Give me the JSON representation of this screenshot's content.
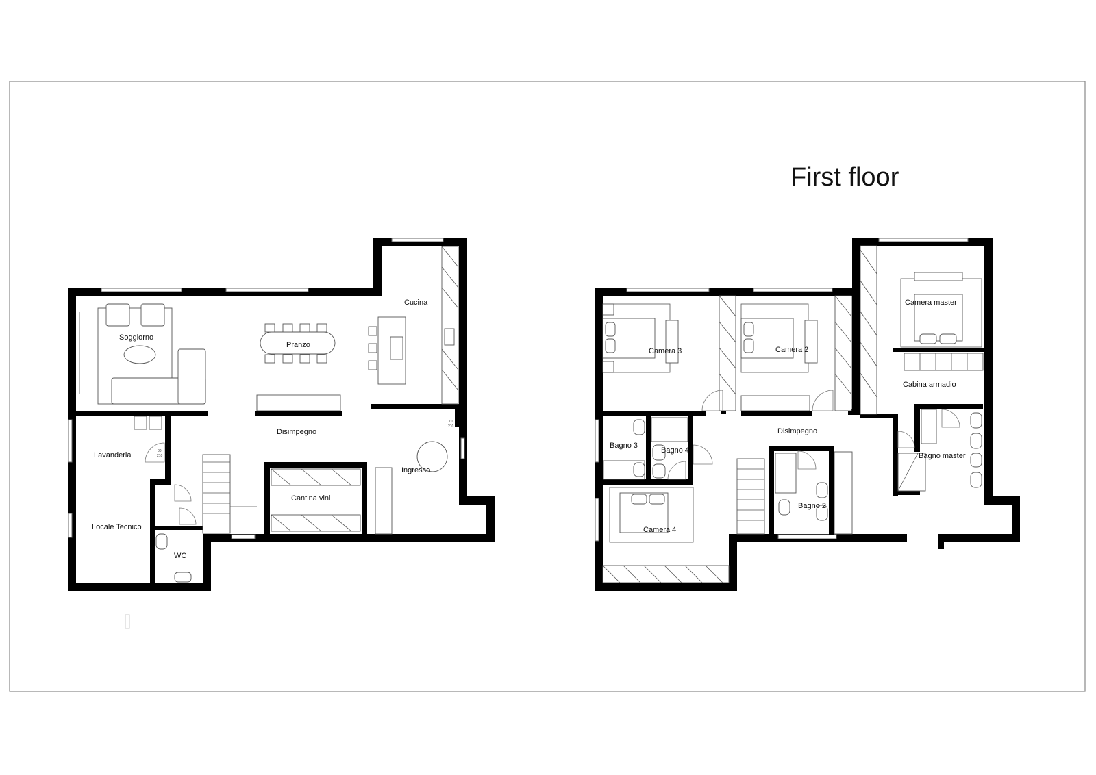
{
  "sheet_title": "First floor",
  "ground_floor": {
    "rooms": {
      "soggiorno": "Soggiorno",
      "pranzo": "Pranzo",
      "cucina": "Cucina",
      "disimpegno": "Disimpegno",
      "lavanderia": "Lavanderia",
      "ingresso": "Ingresso",
      "cantina_vini": "Cantina vini",
      "locale_tecnico": "Locale Tecnico",
      "wc": "WC"
    }
  },
  "first_floor": {
    "rooms": {
      "camera_3": "Camera 3",
      "camera_2": "Camera 2",
      "camera_master": "Camera master",
      "cabina_armadio": "Cabina armadio",
      "disimpegno": "Disimpegno",
      "bagno_3": "Bagno 3",
      "bagno_4": "Bagno 4",
      "bagno_master": "Bagno master",
      "bagno_2": "Bagno 2",
      "camera_4": "Camera 4"
    }
  },
  "door_tags": [
    "80",
    "210",
    "70",
    "210"
  ]
}
